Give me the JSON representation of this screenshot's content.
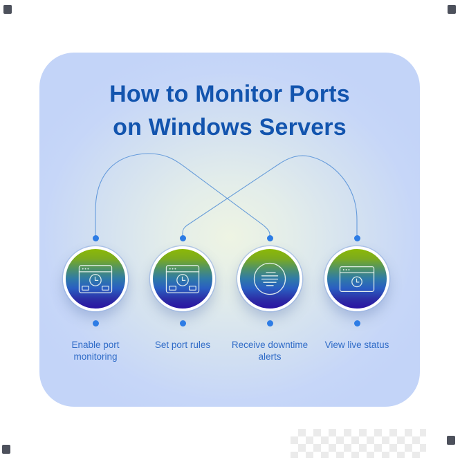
{
  "card": {
    "title_line1": "How to Monitor Ports",
    "title_line2": "on Windows Servers"
  },
  "steps": [
    {
      "label": "Enable port monitoring",
      "icon": "browser-clock-icon"
    },
    {
      "label": "Set port rules",
      "icon": "browser-clock-icon"
    },
    {
      "label": "Receive downtime alerts",
      "icon": "alert-lines-icon"
    },
    {
      "label": "View live status",
      "icon": "browser-status-icon"
    }
  ],
  "colors": {
    "title": "#1254ae",
    "label": "#2f6bc7",
    "dot": "#2d7ce5",
    "connector": "#4a8ad6",
    "card_edge": "#c3d4f8",
    "card_center": "#eef4e3",
    "circle_top": "#8cb907",
    "circle_mid": "#2f7aa8",
    "circle_bottom": "#2b13a2"
  }
}
